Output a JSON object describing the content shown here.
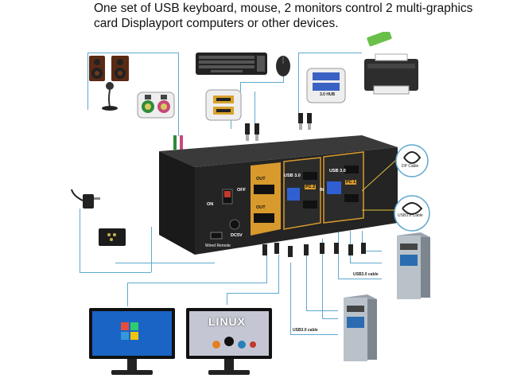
{
  "caption": {
    "line1": "One set of USB keyboard, mouse, 2 monitors control 2 multi-graphics",
    "line2": "card Displayport computers or other devices."
  },
  "switch": {
    "on_label": "ON",
    "off_label": "OFF",
    "dcv_label": "DC5V",
    "wired_remote_label": "Wired Remote",
    "out1_label": "OUT",
    "out2_label": "OUT",
    "usb_label_1": "USB 3.0",
    "usb_label_2": "USB 3.0",
    "pc2_label": "PC 2",
    "pc1_label": "PC 1",
    "in_label": "IN"
  },
  "hub": {
    "label": "3.0 HUB"
  },
  "cables": {
    "dp": "DP Cable",
    "usb3": "USB3.0 Cable",
    "usb3_cable_1": "USB3.0 cable",
    "usb3_cable_2": "USB3.0 cable"
  },
  "monitor2": {
    "brand_text": "LINUX"
  },
  "colors": {
    "wire": "#5fa9cf",
    "accent": "#d89a2c",
    "body": "#1d1d1d"
  }
}
